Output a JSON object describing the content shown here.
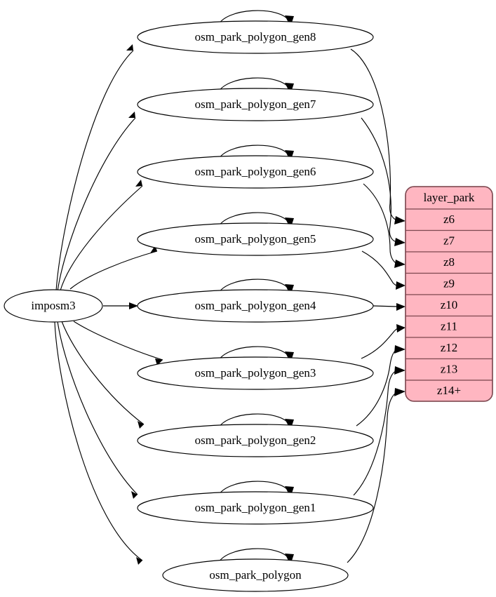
{
  "diagram": {
    "type": "directed-graph",
    "title": "",
    "background_color": "#ffffff",
    "edge_color": "#000000",
    "source_node": {
      "id": "imposm3",
      "label": "imposm3",
      "shape": "ellipse",
      "fill": "#ffffff",
      "stroke": "#000000"
    },
    "process_nodes": [
      {
        "id": "gen8",
        "label": "osm_park_polygon_gen8",
        "shape": "ellipse",
        "fill": "#ffffff",
        "self_loop": true,
        "target_row": "z6"
      },
      {
        "id": "gen7",
        "label": "osm_park_polygon_gen7",
        "shape": "ellipse",
        "fill": "#ffffff",
        "self_loop": true,
        "target_row": "z7"
      },
      {
        "id": "gen6",
        "label": "osm_park_polygon_gen6",
        "shape": "ellipse",
        "fill": "#ffffff",
        "self_loop": true,
        "target_row": "z8"
      },
      {
        "id": "gen5",
        "label": "osm_park_polygon_gen5",
        "shape": "ellipse",
        "fill": "#ffffff",
        "self_loop": true,
        "target_row": "z9"
      },
      {
        "id": "gen4",
        "label": "osm_park_polygon_gen4",
        "shape": "ellipse",
        "fill": "#ffffff",
        "self_loop": true,
        "target_row": "z10"
      },
      {
        "id": "gen3",
        "label": "osm_park_polygon_gen3",
        "shape": "ellipse",
        "fill": "#ffffff",
        "self_loop": true,
        "target_row": "z11"
      },
      {
        "id": "gen2",
        "label": "osm_park_polygon_gen2",
        "shape": "ellipse",
        "fill": "#ffffff",
        "self_loop": true,
        "target_row": "z12"
      },
      {
        "id": "gen1",
        "label": "osm_park_polygon_gen1",
        "shape": "ellipse",
        "fill": "#ffffff",
        "self_loop": true,
        "target_row": "z13"
      },
      {
        "id": "base",
        "label": "osm_park_polygon",
        "shape": "ellipse",
        "fill": "#ffffff",
        "self_loop": true,
        "target_row": "z14+"
      }
    ],
    "layer_table": {
      "header": "layer_park",
      "fill": "#ffb6c1",
      "border": "#7f4a52",
      "rows": [
        {
          "label": "z6"
        },
        {
          "label": "z7"
        },
        {
          "label": "z8"
        },
        {
          "label": "z9"
        },
        {
          "label": "z10"
        },
        {
          "label": "z11"
        },
        {
          "label": "z12"
        },
        {
          "label": "z13"
        },
        {
          "label": "z14+"
        }
      ]
    }
  }
}
